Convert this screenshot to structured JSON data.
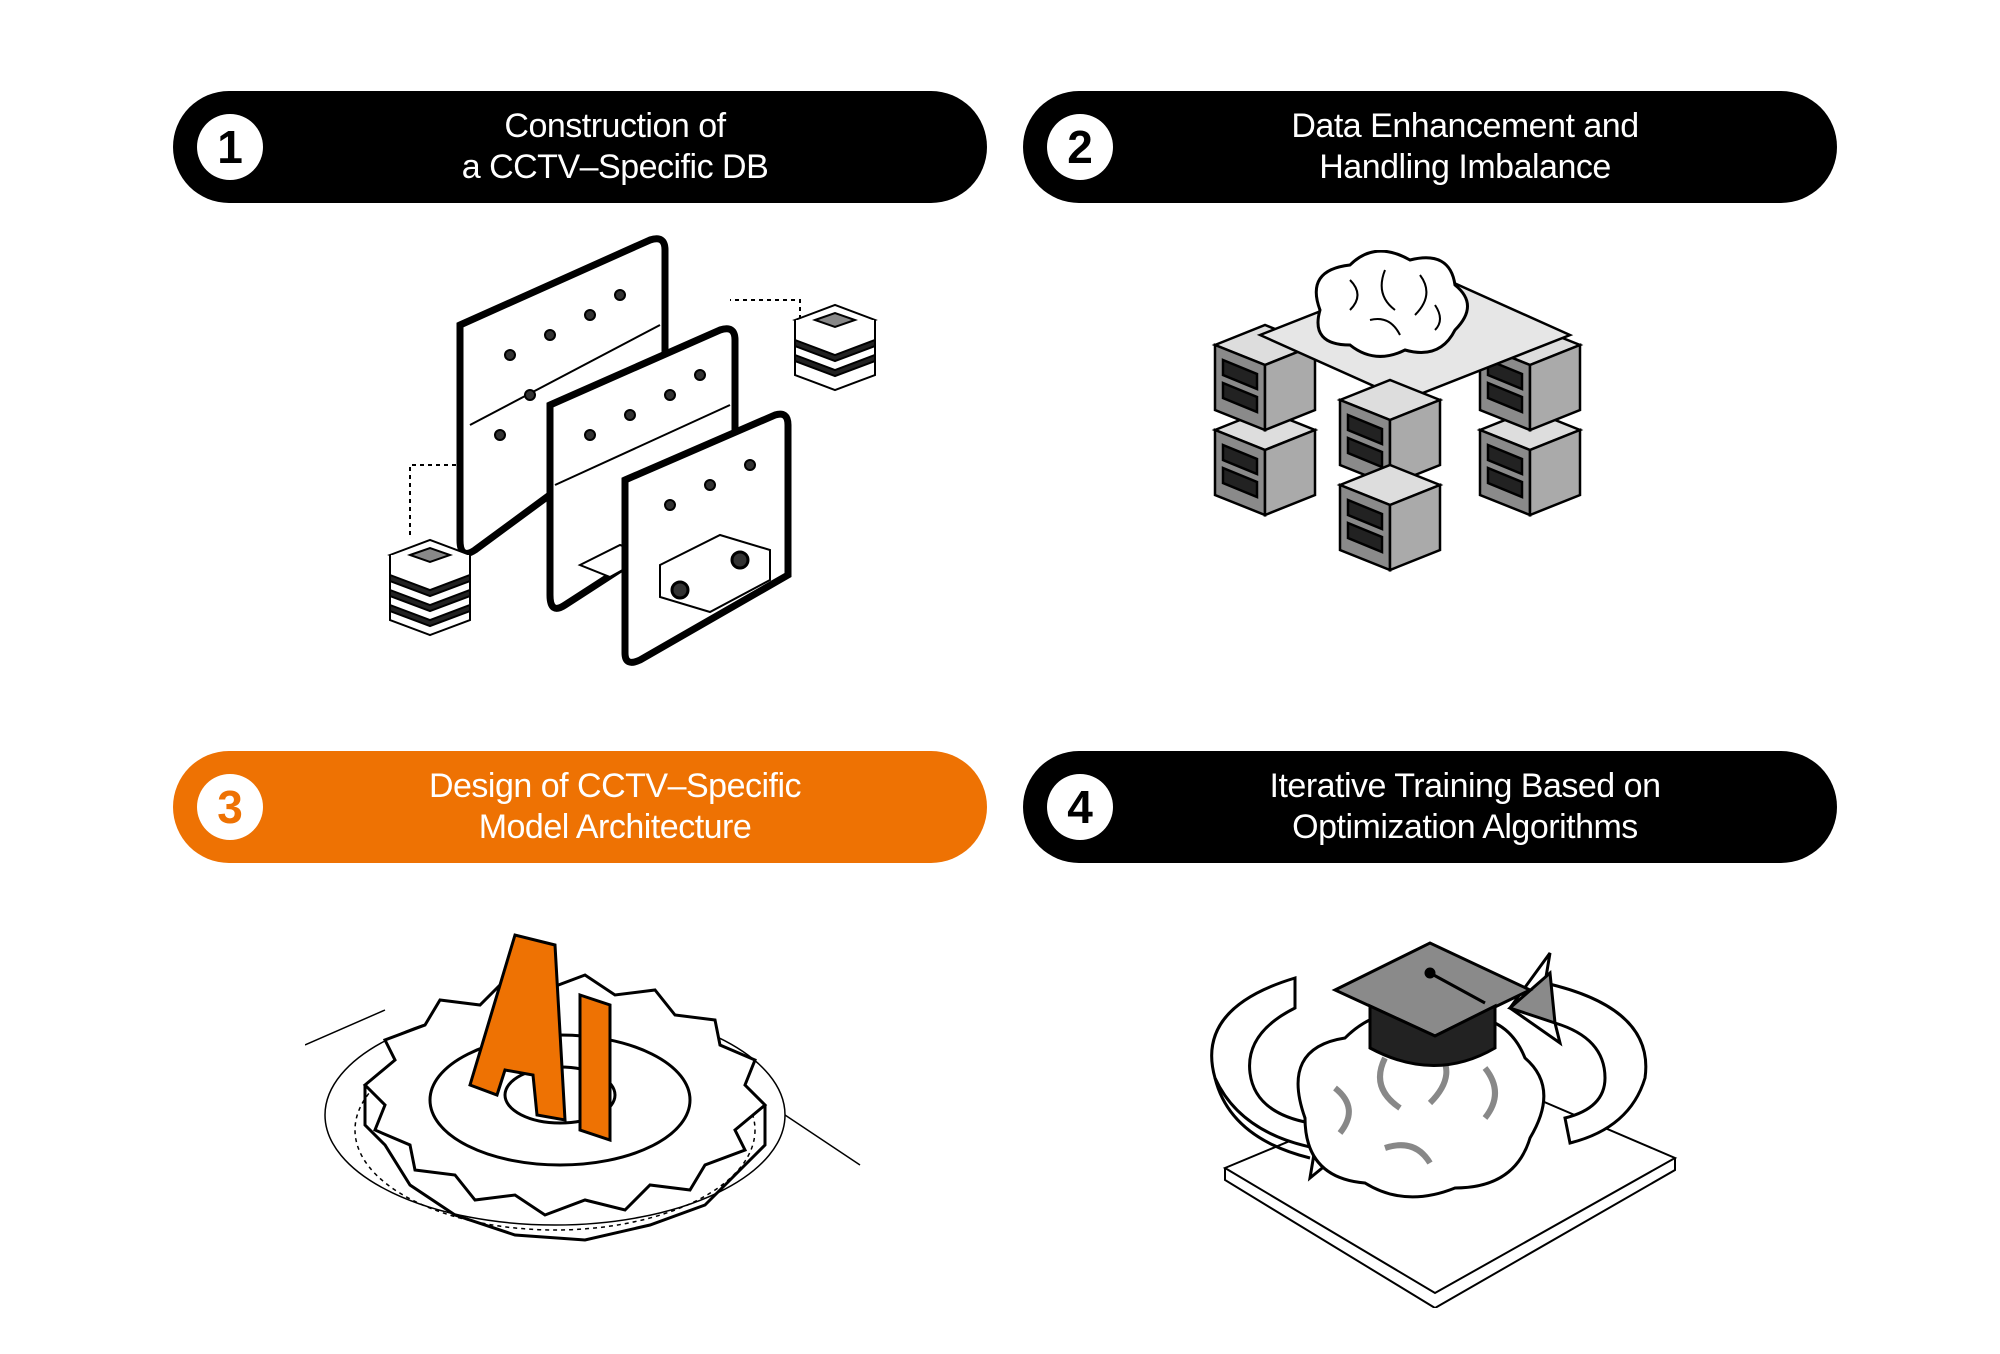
{
  "steps": [
    {
      "number": "1",
      "line1": "Construction of",
      "line2": "a CCTV–Specific DB",
      "highlighted": false
    },
    {
      "number": "2",
      "line1": "Data Enhancement and",
      "line2": "Handling Imbalance",
      "highlighted": false
    },
    {
      "number": "3",
      "line1": "Design of CCTV–Specific",
      "line2": "Model Architecture",
      "highlighted": true
    },
    {
      "number": "4",
      "line1": "Iterative Training Based on",
      "line2": "Optimization Algorithms",
      "highlighted": false
    }
  ],
  "illustration_text": {
    "ai_label": "AI"
  },
  "colors": {
    "accent": "#EE7203",
    "pill": "#000000",
    "gray": "#8a8a8a"
  }
}
